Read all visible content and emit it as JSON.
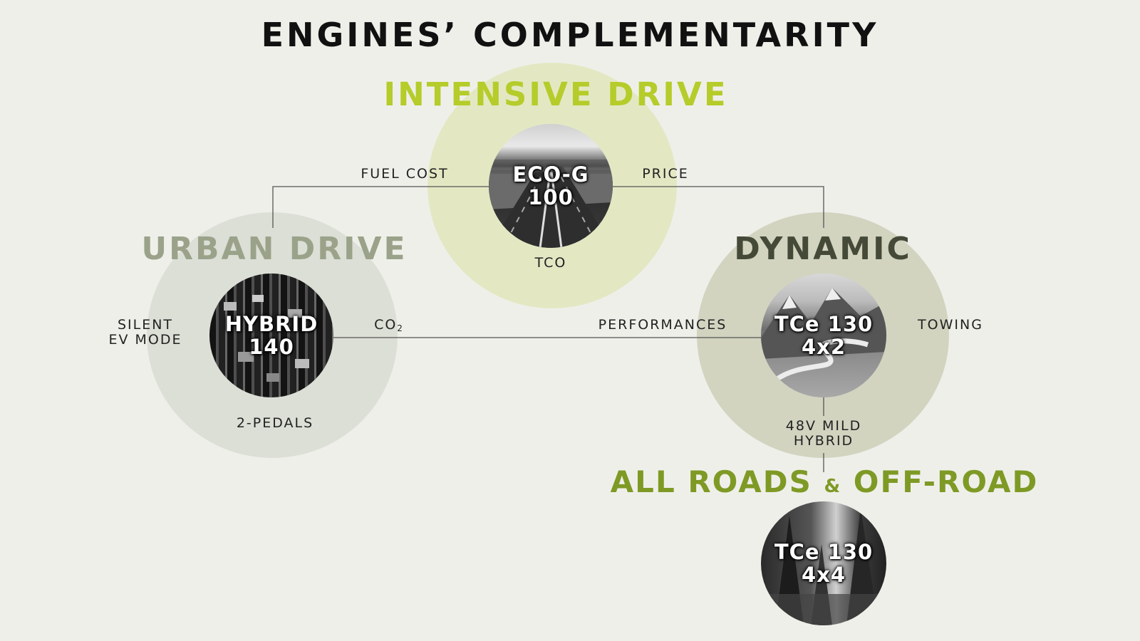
{
  "title": "ENGINES’ COMPLEMENTARITY",
  "colors": {
    "background": "#efefea",
    "intensive": "#b5cc2a",
    "intensive_halo": "#e3e8c3",
    "urban": "#9aa38a",
    "urban_halo": "#dcdfd6",
    "dynamic": "#454a38",
    "dynamic_halo": "#d2d4c0",
    "offroad": "#7e9a25"
  },
  "categories": {
    "intensive": "INTENSIVE DRIVE",
    "urban": "URBAN DRIVE",
    "dynamic": "DYNAMIC",
    "offroad_a": "ALL ROADS",
    "offroad_amp": "&",
    "offroad_b": "OFF-ROAD"
  },
  "engines": {
    "ecog": {
      "line1": "ECO-G",
      "line2": "100",
      "photo": "highway-photo"
    },
    "hybrid": {
      "line1": "HYBRID",
      "line2": "140",
      "photo": "traffic-photo"
    },
    "tce4x2": {
      "line1": "TCe 130",
      "line2": "4x2",
      "photo": "mountain-road-photo"
    },
    "tce4x4": {
      "line1": "TCe 130",
      "line2": "4x4",
      "photo": "forest-photo"
    }
  },
  "labels": {
    "fuel_cost": "FUEL COST",
    "price": "PRICE",
    "tco": "TCO",
    "silent_1": "SILENT",
    "silent_2": "EV MODE",
    "co2_main": "CO",
    "co2_sub": "2",
    "pedals": "2-PEDALS",
    "performances": "PERFORMANCES",
    "towing": "TOWING",
    "mild_1": "48V MILD",
    "mild_2": "HYBRID"
  }
}
